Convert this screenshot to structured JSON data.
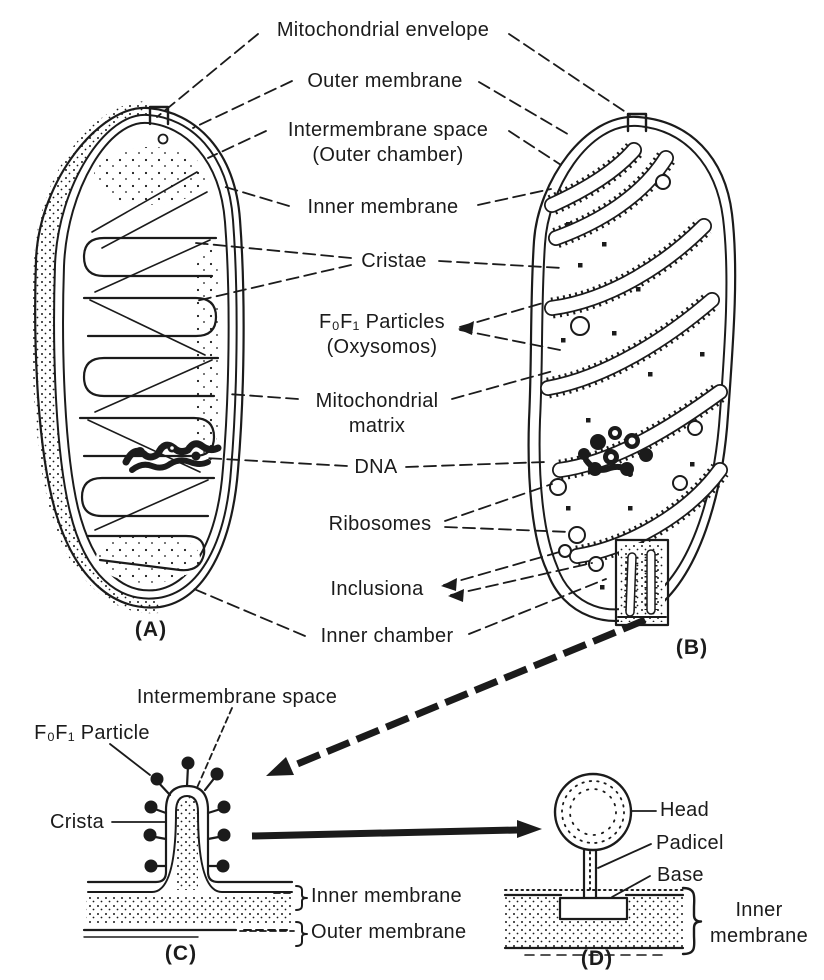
{
  "labels_main": {
    "mitochondrial_envelope": "Mitochondrial envelope",
    "outer_membrane": "Outer membrane",
    "intermembrane_space": "Intermembrane space",
    "outer_chamber": "(Outer chamber)",
    "inner_membrane": "Inner membrane",
    "cristae": "Cristae",
    "f0f1_particles": "F₀F₁ Particles",
    "oxysomos": "(Oxysomos)",
    "mitochondrial": "Mitochondrial",
    "matrix": "matrix",
    "dna": "DNA",
    "ribosomes": "Ribosomes",
    "inclusions": "Inclusiona",
    "inner_chamber": "Inner chamber"
  },
  "panels": {
    "a": "(A)",
    "b": "(B)",
    "c": "(C)",
    "d": "(D)"
  },
  "labels_c": {
    "intermembrane_space": "Intermembrane space",
    "f0f1_particle": "F₀F₁ Particle",
    "crista": "Crista",
    "inner_membrane": "Inner membrane",
    "outer_membrane": "Outer membrane"
  },
  "labels_d": {
    "head": "Head",
    "pedicel": "Padicel",
    "base": "Base",
    "inner_membrane_line1": "Inner",
    "inner_membrane_line2": "membrane"
  },
  "colors": {
    "ink": "#1b1b1b",
    "background": "#ffffff"
  }
}
